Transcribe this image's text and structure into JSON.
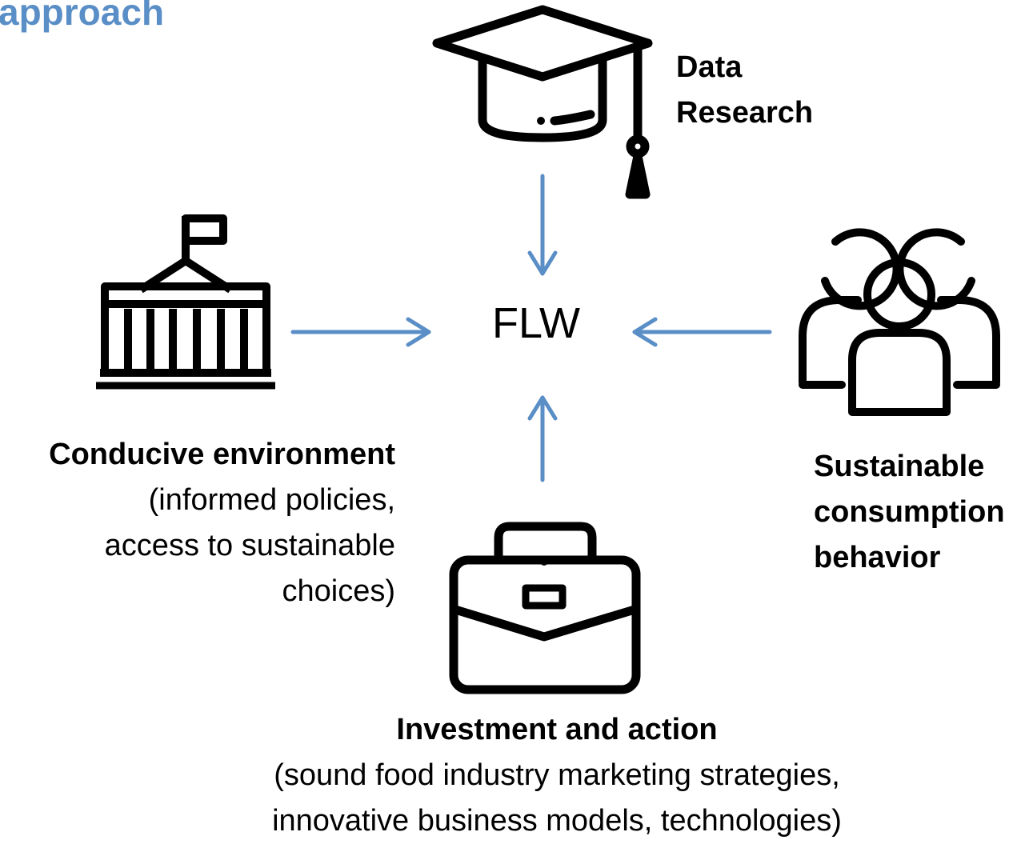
{
  "header": {
    "title": "approach"
  },
  "center": {
    "label": "FLW"
  },
  "nodes": {
    "top": {
      "title_lines": [
        "Data",
        "Research"
      ],
      "icon": "graduation-cap-icon"
    },
    "left": {
      "title": "Conducive environment",
      "detail_lines": [
        "(informed policies,",
        "access to sustainable",
        "choices)"
      ],
      "icon": "government-building-icon"
    },
    "right": {
      "title_lines": [
        "Sustainable",
        "consumption",
        "behavior"
      ],
      "icon": "people-group-icon"
    },
    "bottom": {
      "title": "Investment and action",
      "detail_lines": [
        "(sound food industry marketing strategies,",
        "innovative business models, technologies)"
      ],
      "icon": "briefcase-icon"
    }
  },
  "colors": {
    "accent": "#5a8ec6",
    "arrow": "#5a8ec6",
    "icon_stroke": "#000000"
  }
}
